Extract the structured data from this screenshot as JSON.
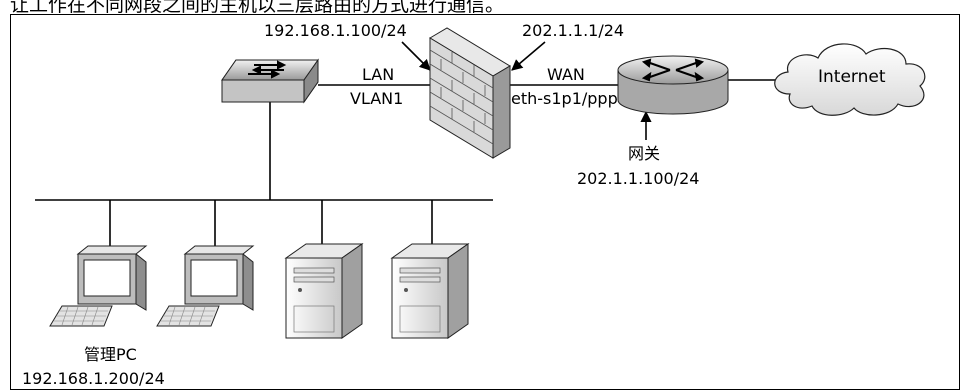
{
  "caption": "让工作在不同网段之间的主机以三层路由的方式进行通信。",
  "labels": {
    "lan_ip": "192.168.1.100/24",
    "wan_ip": "202.1.1.1/24",
    "lan": "LAN",
    "vlan": "VLAN1",
    "wan": "WAN",
    "eth": "eth-s1p1/ppp",
    "gateway_title": "网关",
    "gateway_ip": "202.1.1.100/24",
    "internet": "Internet",
    "admin_pc": "管理PC",
    "admin_ip": "192.168.1.200/24"
  },
  "icons": [
    "switch-icon",
    "firewall-icon",
    "router-icon",
    "cloud-icon",
    "pc-icon",
    "server-icon"
  ]
}
